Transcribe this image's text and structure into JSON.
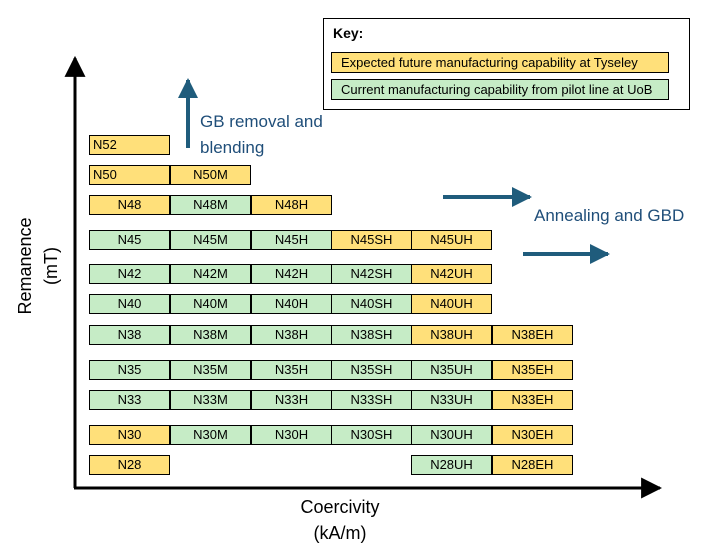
{
  "colors": {
    "future": "#ffe07a",
    "current": "#c6ecc6",
    "arrow": "#1f5c7c"
  },
  "key": {
    "title": "Key:",
    "items": [
      {
        "label": "Expected future manufacturing capability at Tyseley",
        "status": "future"
      },
      {
        "label": "Current manufacturing capability from pilot line at UoB",
        "status": "current"
      }
    ]
  },
  "axes": {
    "x_title_line1": "Coercivity",
    "x_title_line2": "(kA/m)",
    "y_title_line1": "Remanence",
    "y_title_line2": "(mT)"
  },
  "annotations": {
    "gb_line1": "GB removal and",
    "gb_line2": "blending",
    "annealing": "Annealing and GBD"
  },
  "coercivity_columns": [
    "",
    "M",
    "H",
    "SH",
    "UH",
    "EH"
  ],
  "grades": [
    {
      "remanence": "52",
      "cells": [
        {
          "label": "N52",
          "col": 0,
          "status": "future"
        }
      ]
    },
    {
      "remanence": "50",
      "cells": [
        {
          "label": "N50",
          "col": 0,
          "status": "future"
        },
        {
          "label": "N50M",
          "col": 1,
          "status": "future"
        }
      ]
    },
    {
      "remanence": "48",
      "cells": [
        {
          "label": "N48",
          "col": 0,
          "status": "future"
        },
        {
          "label": "N48M",
          "col": 1,
          "status": "current"
        },
        {
          "label": "N48H",
          "col": 2,
          "status": "future"
        }
      ]
    },
    {
      "remanence": "45",
      "cells": [
        {
          "label": "N45",
          "col": 0,
          "status": "current"
        },
        {
          "label": "N45M",
          "col": 1,
          "status": "current"
        },
        {
          "label": "N45H",
          "col": 2,
          "status": "current"
        },
        {
          "label": "N45SH",
          "col": 3,
          "status": "future"
        },
        {
          "label": "N45UH",
          "col": 4,
          "status": "future"
        }
      ]
    },
    {
      "remanence": "42",
      "cells": [
        {
          "label": "N42",
          "col": 0,
          "status": "current"
        },
        {
          "label": "N42M",
          "col": 1,
          "status": "current"
        },
        {
          "label": "N42H",
          "col": 2,
          "status": "current"
        },
        {
          "label": "N42SH",
          "col": 3,
          "status": "current"
        },
        {
          "label": "N42UH",
          "col": 4,
          "status": "future"
        }
      ]
    },
    {
      "remanence": "40",
      "cells": [
        {
          "label": "N40",
          "col": 0,
          "status": "current"
        },
        {
          "label": "N40M",
          "col": 1,
          "status": "current"
        },
        {
          "label": "N40H",
          "col": 2,
          "status": "current"
        },
        {
          "label": "N40SH",
          "col": 3,
          "status": "current"
        },
        {
          "label": "N40UH",
          "col": 4,
          "status": "future"
        }
      ]
    },
    {
      "remanence": "38",
      "cells": [
        {
          "label": "N38",
          "col": 0,
          "status": "current"
        },
        {
          "label": "N38M",
          "col": 1,
          "status": "current"
        },
        {
          "label": "N38H",
          "col": 2,
          "status": "current"
        },
        {
          "label": "N38SH",
          "col": 3,
          "status": "current"
        },
        {
          "label": "N38UH",
          "col": 4,
          "status": "future"
        },
        {
          "label": "N38EH",
          "col": 5,
          "status": "future"
        }
      ]
    },
    {
      "remanence": "35",
      "cells": [
        {
          "label": "N35",
          "col": 0,
          "status": "current"
        },
        {
          "label": "N35M",
          "col": 1,
          "status": "current"
        },
        {
          "label": "N35H",
          "col": 2,
          "status": "current"
        },
        {
          "label": "N35SH",
          "col": 3,
          "status": "current"
        },
        {
          "label": "N35UH",
          "col": 4,
          "status": "current"
        },
        {
          "label": "N35EH",
          "col": 5,
          "status": "future"
        }
      ]
    },
    {
      "remanence": "33",
      "cells": [
        {
          "label": "N33",
          "col": 0,
          "status": "current"
        },
        {
          "label": "N33M",
          "col": 1,
          "status": "current"
        },
        {
          "label": "N33H",
          "col": 2,
          "status": "current"
        },
        {
          "label": "N33SH",
          "col": 3,
          "status": "current"
        },
        {
          "label": "N33UH",
          "col": 4,
          "status": "current"
        },
        {
          "label": "N33EH",
          "col": 5,
          "status": "future"
        }
      ]
    },
    {
      "remanence": "30",
      "cells": [
        {
          "label": "N30",
          "col": 0,
          "status": "future"
        },
        {
          "label": "N30M",
          "col": 1,
          "status": "current"
        },
        {
          "label": "N30H",
          "col": 2,
          "status": "current"
        },
        {
          "label": "N30SH",
          "col": 3,
          "status": "current"
        },
        {
          "label": "N30UH",
          "col": 4,
          "status": "current"
        },
        {
          "label": "N30EH",
          "col": 5,
          "status": "future"
        }
      ]
    },
    {
      "remanence": "28",
      "cells": [
        {
          "label": "N28",
          "col": 0,
          "status": "future"
        },
        {
          "label": "N28UH",
          "col": 4,
          "status": "current"
        },
        {
          "label": "N28EH",
          "col": 5,
          "status": "future"
        }
      ]
    }
  ]
}
